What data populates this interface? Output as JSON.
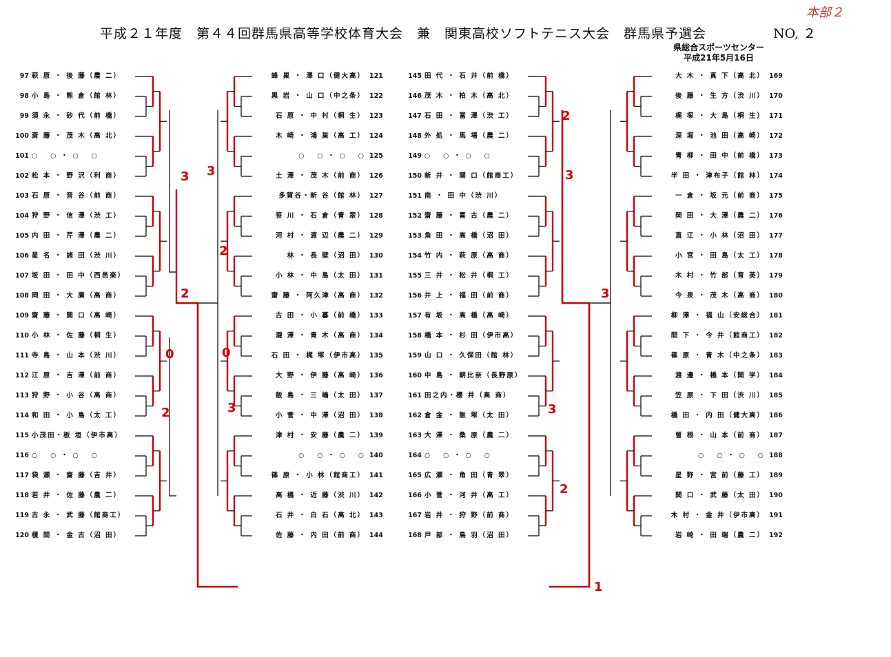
{
  "header": {
    "title": "平成２１年度　第４４回群馬県高等学校体育大会　兼　関東高校ソフトテニス大会　群馬県予選会",
    "number": "NO, ２",
    "red_mark": "本部２",
    "venue": "県総合スポーツセンター",
    "date": "平成21年5月16日"
  },
  "col1": [
    {
      "n": "97",
      "t": "萩 原 ・ 後 藤（農 二）"
    },
    {
      "n": "98",
      "t": "小 島 ・ 熊 倉（館 林）"
    },
    {
      "n": "99",
      "t": "須 永 ・ 砂 代（前 橋）"
    },
    {
      "n": "100",
      "t": "斎 藤 ・ 茂 木（高 北）"
    },
    {
      "n": "101",
      "t": "○　 ○ ・ ○　 ○"
    },
    {
      "n": "102",
      "t": "松 本 ・ 野 沢（利 商）"
    },
    {
      "n": "103",
      "t": "石 原 ・ 音 谷（前 商）"
    },
    {
      "n": "104",
      "t": "狩 野 ・ 信 澤（渋 工）"
    },
    {
      "n": "105",
      "t": "内 田 ・ 芹 澤（農 二）"
    },
    {
      "n": "106",
      "t": "星 名 ・ 諸 田（渋 川）"
    },
    {
      "n": "107",
      "t": "坂 田 ・ 田 中（西邑楽）"
    },
    {
      "n": "108",
      "t": "岡 田 ・ 大 廣（高 商）"
    },
    {
      "n": "109",
      "t": "齋 藤 ・ 関 口（高 崎）"
    },
    {
      "n": "110",
      "t": "小 林 ・ 佐 藤（桐 生）"
    },
    {
      "n": "111",
      "t": "寺 島 ・ 山 本（渋 川）"
    },
    {
      "n": "112",
      "t": "江 原 ・ 吉 澤（前 商）"
    },
    {
      "n": "113",
      "t": "狩 野 ・ 小 谷（高 商）"
    },
    {
      "n": "114",
      "t": "和 田 ・ 小 島（太 工）"
    },
    {
      "n": "115",
      "t": "小茂田・板 垣（伊市高）"
    },
    {
      "n": "116",
      "t": "○　 ○ ・ ○　 ○"
    },
    {
      "n": "117",
      "t": "袋 瀬 ・ 齋 藤（吉 井）"
    },
    {
      "n": "118",
      "t": "若 井 ・ 佐 藤（農 二）"
    },
    {
      "n": "119",
      "t": "古 永 ・ 武 藤（館商工）"
    },
    {
      "n": "120",
      "t": "榎 間 ・ 金 古（沼 田）"
    }
  ],
  "col2": [
    {
      "n": "121",
      "t": "蜂 巣 ・ 澤 口（健大高）"
    },
    {
      "n": "122",
      "t": "黒 岩 ・ 山 口（中之条）"
    },
    {
      "n": "123",
      "t": "石 原 ・ 中 村（桐 生）"
    },
    {
      "n": "124",
      "t": "木 崎 ・ 鴻 巣（高 工）"
    },
    {
      "n": "125",
      "t": "○　 ○ ・ ○　 ○"
    },
    {
      "n": "126",
      "t": "土 澤 ・ 茂 木（前 商）"
    },
    {
      "n": "127",
      "t": "多賀谷・新 谷（館 林）"
    },
    {
      "n": "128",
      "t": "笹 川 ・ 石 倉（青 翠）"
    },
    {
      "n": "129",
      "t": "河 村 ・ 渡 辺（農 二）"
    },
    {
      "n": "130",
      "t": "林 ・ 長 壁（沼 田）"
    },
    {
      "n": "131",
      "t": "小 林 ・ 中 島（太 田）"
    },
    {
      "n": "132",
      "t": "齋 藤 ・ 阿久津（高 商）"
    },
    {
      "n": "133",
      "t": "古 田 ・ 小 暮（前 橋）"
    },
    {
      "n": "134",
      "t": "瀧 澤 ・ 青 木（高 商）"
    },
    {
      "n": "135",
      "t": "石 田 ・ 梶 塚（伊市高）"
    },
    {
      "n": "136",
      "t": "大 野 ・ 伊 藤（高 崎）"
    },
    {
      "n": "137",
      "t": "飯 島 ・ 三 嶋（太 田）"
    },
    {
      "n": "138",
      "t": "小 菅 ・ 中 澤（沼 田）"
    },
    {
      "n": "139",
      "t": "津 村 ・ 安 藤（農 二）"
    },
    {
      "n": "140",
      "t": "○　 ○ ・ ○　 ○"
    },
    {
      "n": "141",
      "t": "篠 原 ・ 小 林（館商工）"
    },
    {
      "n": "142",
      "t": "高 橋 ・ 近 藤（渋 川）"
    },
    {
      "n": "143",
      "t": "石 井 ・ 白 石（高 北）"
    },
    {
      "n": "144",
      "t": "佐 藤 ・ 内 田（前 商）"
    }
  ],
  "col3": [
    {
      "n": "145",
      "t": "田 代 ・ 石 井（前 橋）"
    },
    {
      "n": "146",
      "t": "茂 木 ・ 柏 木（高 北）"
    },
    {
      "n": "147",
      "t": "石 田 ・ 冨 澤（渋 工）"
    },
    {
      "n": "148",
      "t": "外 処 ・ 馬 場（農 二）"
    },
    {
      "n": "149",
      "t": "○　 ○ ・ ○　 ○"
    },
    {
      "n": "150",
      "t": "新 井 ・ 関 口（館商工）"
    },
    {
      "n": "151",
      "t": "南 ・ 田 中（渋 川）"
    },
    {
      "n": "152",
      "t": "齋 藤 ・ 喜 古（農 二）"
    },
    {
      "n": "153",
      "t": "角 田 ・ 高 橋（沼 田）"
    },
    {
      "n": "154",
      "t": "竹 内 ・ 萩 原（高 商）"
    },
    {
      "n": "155",
      "t": "三 井 ・ 松 井（桐 工）"
    },
    {
      "n": "156",
      "t": "井 上 ・ 福 田（前 商）"
    },
    {
      "n": "157",
      "t": "有 坂 ・ 高 橋（高 崎）"
    },
    {
      "n": "158",
      "t": "橋 本 ・ 杉 田（伊市高）"
    },
    {
      "n": "159",
      "t": "山 口 ・ 久保田（館 林）"
    },
    {
      "n": "160",
      "t": "中 島 ・ 朝比奈（長野原）"
    },
    {
      "n": "161",
      "t": "田之内・櫻 井（高 商）"
    },
    {
      "n": "162",
      "t": "倉 金 ・ 飯 塚（太 田）"
    },
    {
      "n": "163",
      "t": "大 澤 ・ 桑 原（農 二）"
    },
    {
      "n": "164",
      "t": "○　 ○ ・ ○　 ○"
    },
    {
      "n": "165",
      "t": "広 瀬 ・ 角 田（青 翠）"
    },
    {
      "n": "166",
      "t": "小 菅 ・ 河 井（高 工）"
    },
    {
      "n": "167",
      "t": "岩 井 ・ 狩 野（前 商）"
    },
    {
      "n": "168",
      "t": "戸 部 ・ 鳥 羽（沼 田）"
    }
  ],
  "col4": [
    {
      "n": "169",
      "t": "大 木 ・ 真 下（高 北）"
    },
    {
      "n": "170",
      "t": "後 藤 ・ 生 方（渋 川）"
    },
    {
      "n": "171",
      "t": "梶 塚 ・ 大 島（桐 生）"
    },
    {
      "n": "172",
      "t": "深 堀 ・ 池 田（高 崎）"
    },
    {
      "n": "173",
      "t": "青 柳 ・ 田 中（前 橋）"
    },
    {
      "n": "174",
      "t": "半 田 ・ 津布子（館 林）"
    },
    {
      "n": "175",
      "t": "一 倉 ・ 坂 元（前 商）"
    },
    {
      "n": "176",
      "t": "岡 田 ・ 大 澤（農 二）"
    },
    {
      "n": "177",
      "t": "直 江 ・ 小 林（沼 田）"
    },
    {
      "n": "178",
      "t": "小 宮 ・ 田 島（太 工）"
    },
    {
      "n": "179",
      "t": "木 村 ・ 竹 部（育 英）"
    },
    {
      "n": "180",
      "t": "今 泉 ・ 茂 木（高 商）"
    },
    {
      "n": "181",
      "t": "柳 澤 ・ 福 山（安総合）"
    },
    {
      "n": "182",
      "t": "間 下 ・ 今 井（館商工）"
    },
    {
      "n": "183",
      "t": "篠 原 ・ 青 木（中之条）"
    },
    {
      "n": "184",
      "t": "渡 邊 ・ 橋 本（関 学）"
    },
    {
      "n": "185",
      "t": "笠 原 ・ 下 田（渋 川）"
    },
    {
      "n": "186",
      "t": "橋 田 ・ 内 田（健大高）"
    },
    {
      "n": "187",
      "t": "曽 根 ・ 山 本（前 商）"
    },
    {
      "n": "188",
      "t": "○　 ○ ・ ○　 ○"
    },
    {
      "n": "189",
      "t": "星 野 ・ 宮 前（藤 工）"
    },
    {
      "n": "190",
      "t": "関 口 ・ 武 藤（太 田）"
    },
    {
      "n": "191",
      "t": "木 村 ・ 金 井（伊市高）"
    },
    {
      "n": "192",
      "t": "岩 崎 ・ 田 端（農 二）"
    }
  ],
  "scores_big": [
    {
      "id": "s1",
      "v": "3"
    },
    {
      "id": "s2",
      "v": "2"
    },
    {
      "id": "s3",
      "v": "3"
    },
    {
      "id": "s4",
      "v": "2"
    },
    {
      "id": "s5",
      "v": "0"
    },
    {
      "id": "s6",
      "v": "3"
    },
    {
      "id": "s7",
      "v": "0"
    },
    {
      "id": "s8",
      "v": "2"
    },
    {
      "id": "s9",
      "v": "3"
    },
    {
      "id": "s10",
      "v": "2"
    },
    {
      "id": "s11",
      "v": "3"
    },
    {
      "id": "s12",
      "v": "1"
    },
    {
      "id": "s13",
      "v": "3"
    },
    {
      "id": "s14",
      "v": "2"
    }
  ]
}
